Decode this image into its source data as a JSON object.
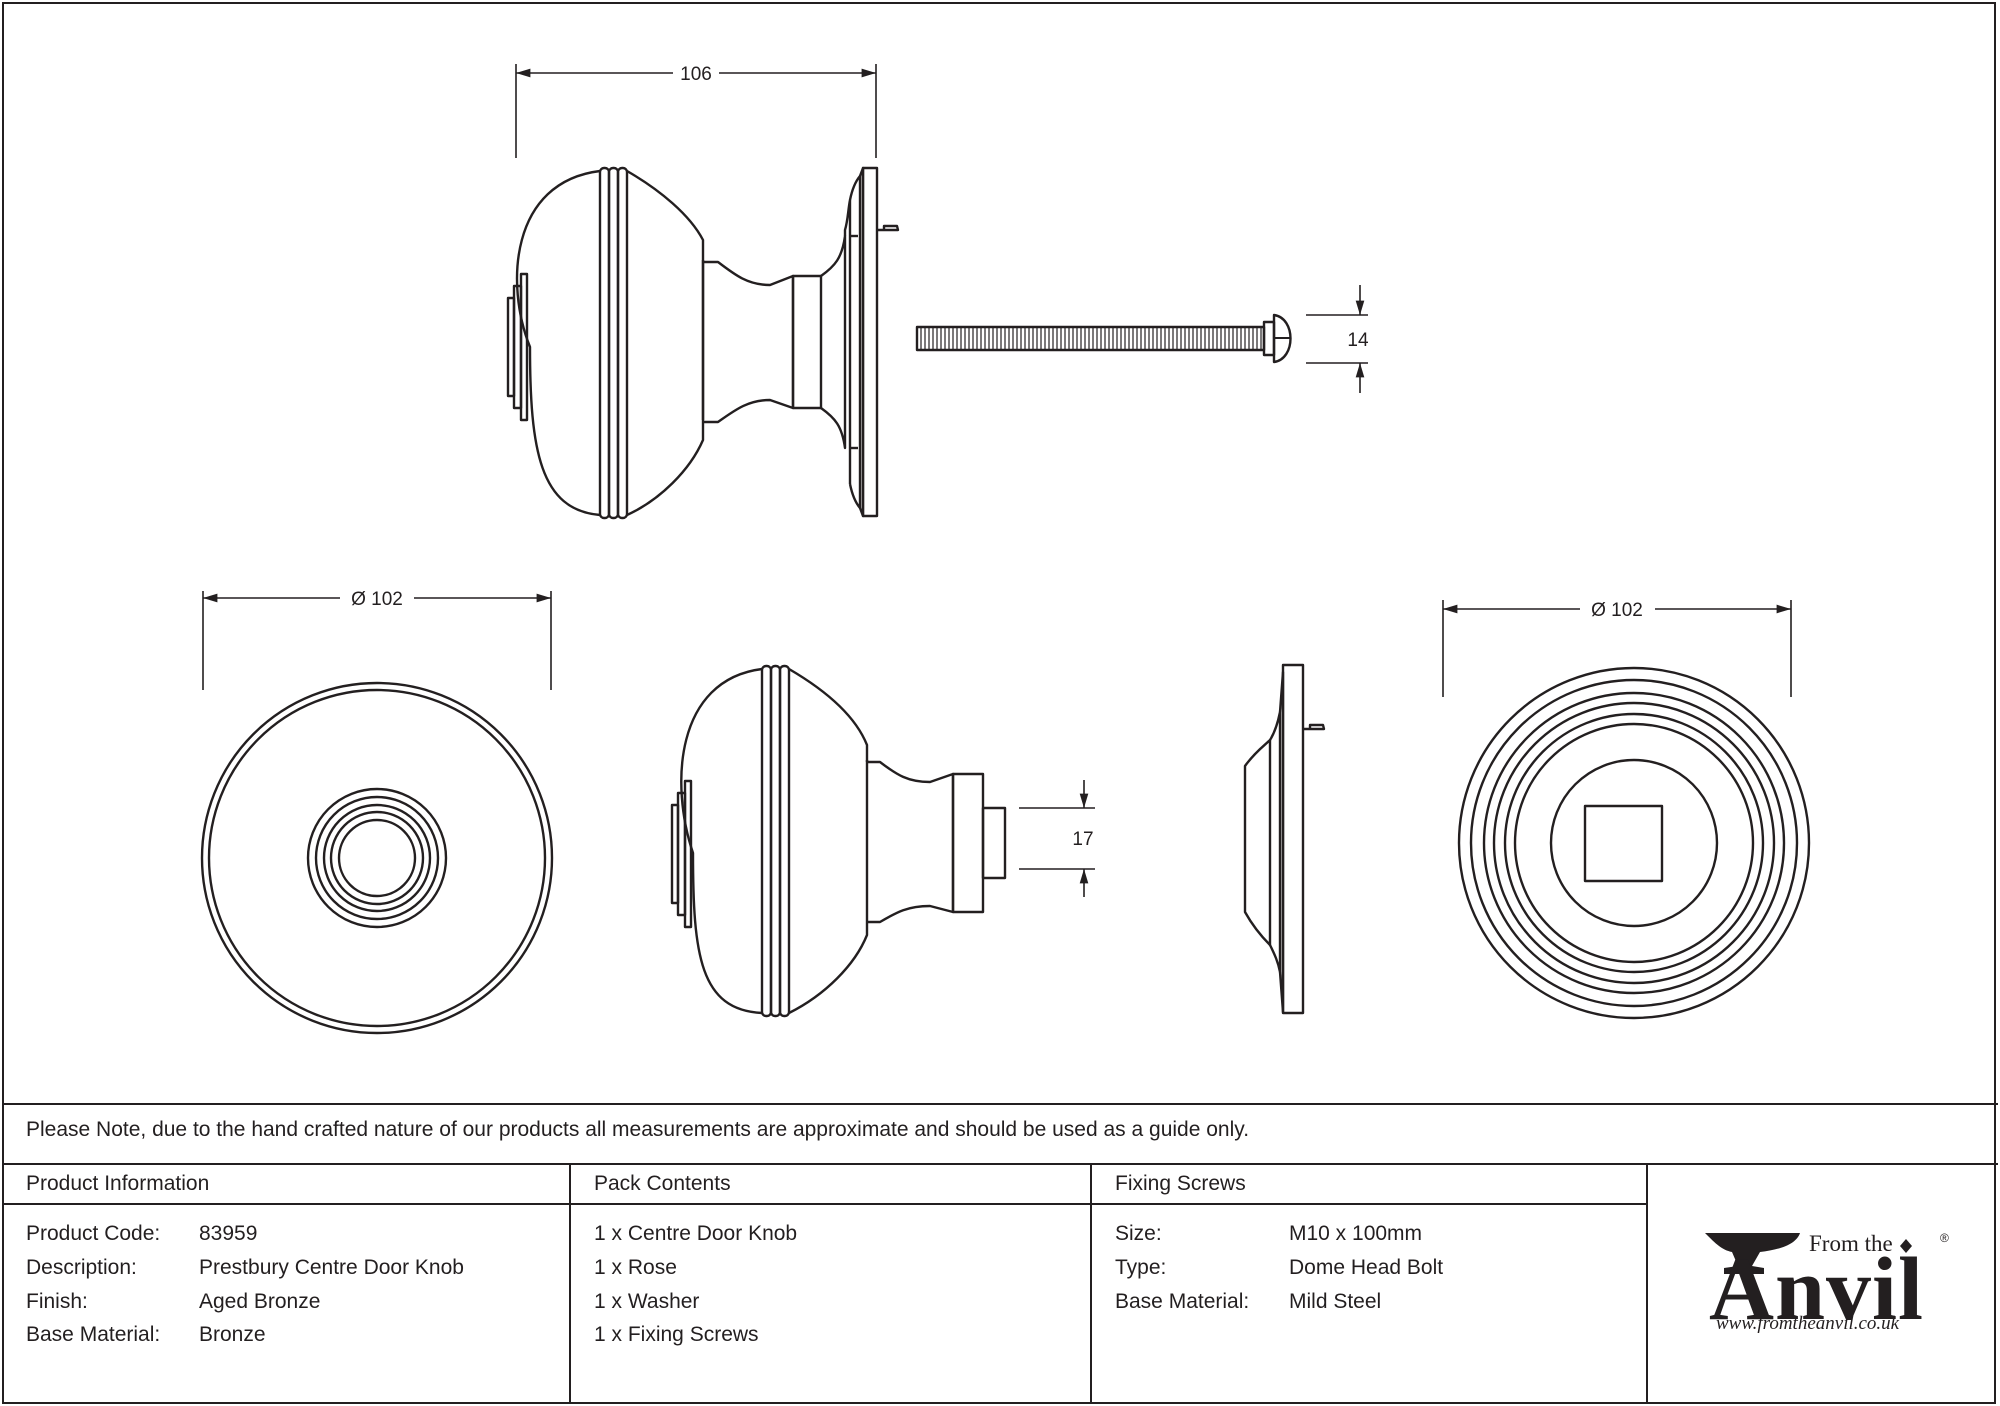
{
  "dimensions": {
    "side_width": "106",
    "bolt_head": "14",
    "rose_diameter": "Ø 102",
    "spindle": "17",
    "washer_diameter": "Ø 102"
  },
  "note": "Please Note, due to the hand crafted nature of our products all measurements are approximate and should be used as a guide only.",
  "product_info": {
    "heading": "Product Information",
    "rows": [
      {
        "label": "Product Code:",
        "value": "83959"
      },
      {
        "label": "Description:",
        "value": "Prestbury Centre Door Knob"
      },
      {
        "label": "Finish:",
        "value": "Aged Bronze"
      },
      {
        "label": "Base Material:",
        "value": "Bronze"
      }
    ]
  },
  "pack_contents": {
    "heading": "Pack Contents",
    "items": [
      "1 x Centre Door Knob",
      "1 x Rose",
      "1 x Washer",
      "1 x Fixing Screws"
    ]
  },
  "fixing_screws": {
    "heading": "Fixing Screws",
    "rows": [
      {
        "label": "Size:",
        "value": "M10 x 100mm"
      },
      {
        "label": "Type:",
        "value": "Dome Head Bolt"
      },
      {
        "label": "Base Material:",
        "value": "Mild Steel"
      }
    ]
  },
  "logo": {
    "from_the": "From the",
    "name": "Anvil",
    "registered": "®",
    "url": "www.fromtheanvil.co.uk"
  }
}
